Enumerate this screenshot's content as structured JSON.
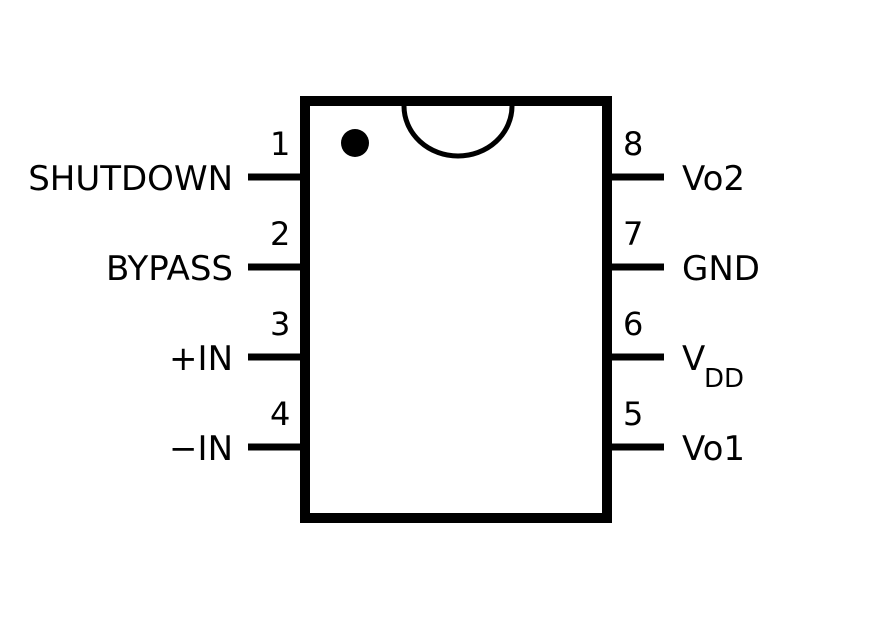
{
  "package": {
    "pins": [
      {
        "number": "1",
        "name": "SHUTDOWN"
      },
      {
        "number": "2",
        "name": "BYPASS"
      },
      {
        "number": "3",
        "name": "+IN"
      },
      {
        "number": "4",
        "name": "−IN"
      },
      {
        "number": "5",
        "name": "Vo1"
      },
      {
        "number": "6",
        "name": "V",
        "subscript": "DD"
      },
      {
        "number": "7",
        "name": "GND"
      },
      {
        "number": "8",
        "name": "Vo2"
      }
    ]
  }
}
